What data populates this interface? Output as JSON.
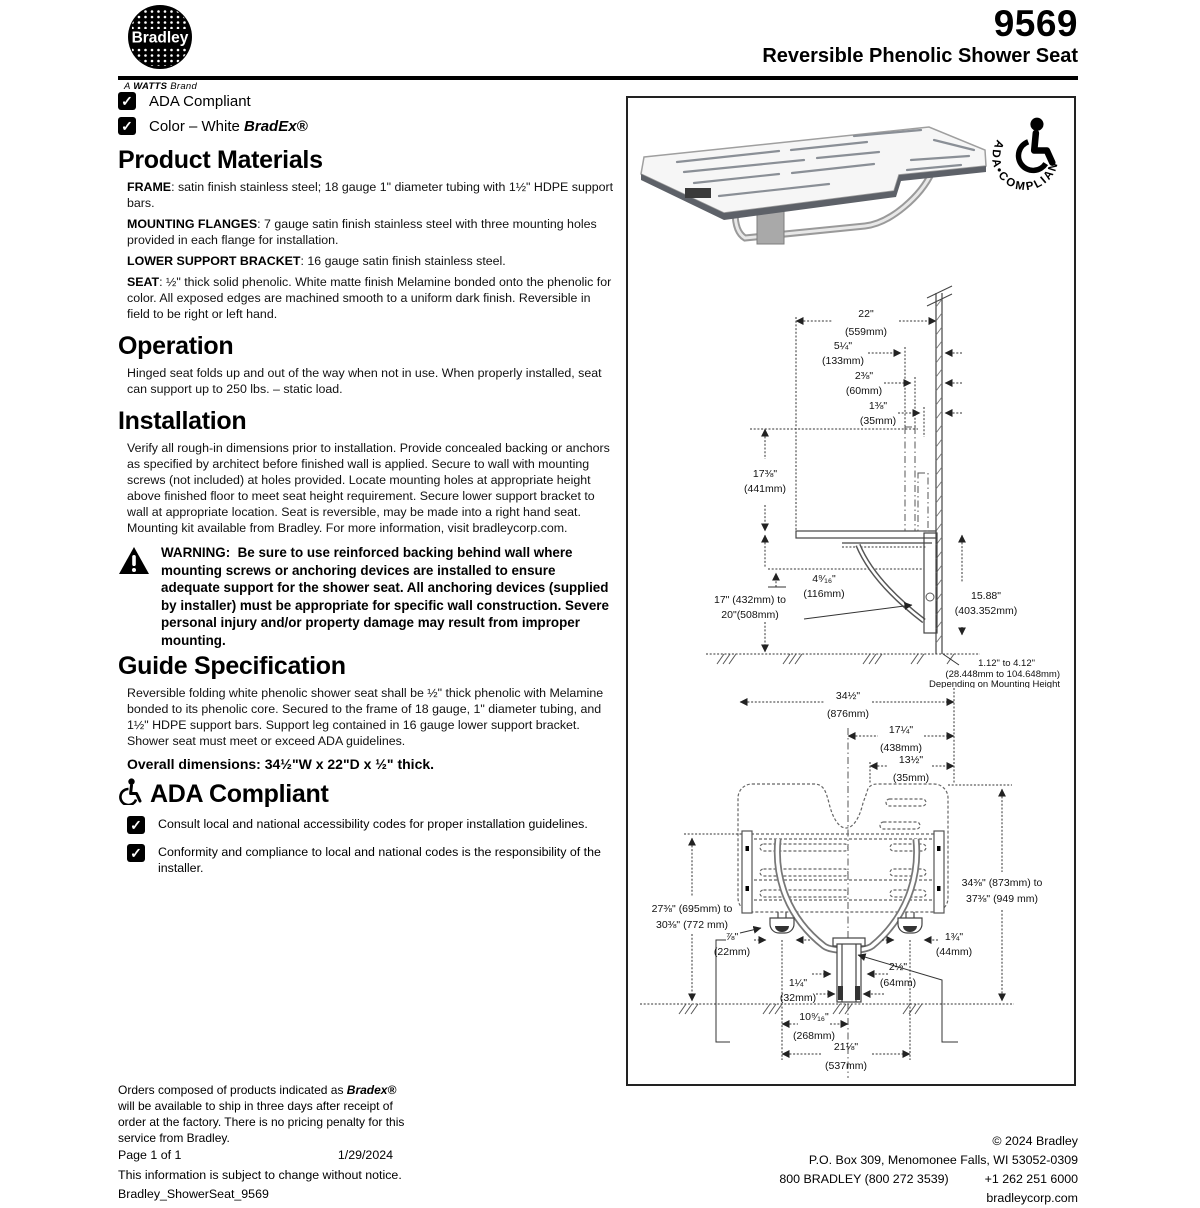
{
  "header": {
    "logo_text": "Bradley",
    "tagline_a": "A",
    "tagline_b": "WATTS",
    "tagline_c": "Brand",
    "model": "9569",
    "product_name": "Reversible Phenolic Shower Seat"
  },
  "checklist": {
    "item1": "ADA Compliant",
    "item2_prefix": "Color – White ",
    "item2_brand": "BradEx®"
  },
  "sections": {
    "product_materials": {
      "title": "Product Materials",
      "items": [
        {
          "label": "FRAME",
          "text": ":  satin finish stainless steel; 18 gauge 1\" diameter tubing with 1½\" HDPE support bars."
        },
        {
          "label": "MOUNTING FLANGES",
          "text": ":  7 gauge satin finish stainless steel with three mounting holes provided in each flange for installation."
        },
        {
          "label": "LOWER SUPPORT BRACKET",
          "text": ":  16 gauge satin finish stainless steel."
        },
        {
          "label": "SEAT",
          "text": ":  ½\" thick solid phenolic. White matte finish Melamine bonded onto the phenolic for color. All exposed edges are machined smooth to a uniform dark finish. Reversible in field to be right or left hand."
        }
      ]
    },
    "operation": {
      "title": "Operation",
      "body": "Hinged seat folds up and out of the way when not in use. When properly installed, seat can support up to 250 lbs. – static load."
    },
    "installation": {
      "title": "Installation",
      "body": "Verify all rough-in dimensions prior to installation. Provide concealed backing or anchors as specified by architect before finished wall is applied. Secure to wall with mounting screws (not included) at holes provided. Locate mounting holes at appropriate height above finished floor to meet seat height requirement. Secure lower support bracket to wall at appropriate location. Seat is reversible, may be made into a right hand seat. Mounting kit available from Bradley. For more information, visit bradleycorp.com."
    },
    "warning": {
      "label": "WARNING:",
      "body": "Be sure to use reinforced backing behind wall where mounting screws or anchoring devices are installed to ensure adequate support for the shower seat. All anchoring devices (supplied by installer) must be appropriate for specific wall construction. Severe personal injury and/or property damage may result from improper mounting."
    },
    "guide_specification": {
      "title": "Guide Specification",
      "body": "Reversible folding white phenolic shower seat shall be ½\" thick phenolic with Melamine bonded to its phenolic core. Secured to the frame of 18 gauge, 1\" diameter tubing, and 1½\" HDPE support bars. Support leg contained in 16 gauge lower support bracket. Shower seat must meet or exceed ADA guidelines.",
      "overall_dims": "Overall dimensions: 34½\"W x 22\"D x ½\" thick."
    },
    "ada": {
      "title": "ADA Compliant",
      "items": [
        "Consult local and national accessibility codes for proper installation guidelines.",
        "Conformity and compliance to local and national codes is the responsibility of the installer."
      ]
    }
  },
  "drawings": {
    "badge": {
      "ring_text": "ADA•COMPLIANT"
    },
    "side": {
      "d22": [
        "22\"",
        "(559mm)"
      ],
      "d5_14": [
        "5¼\"",
        "(133mm)"
      ],
      "d2_38": [
        "2⅜\"",
        "(60mm)"
      ],
      "d1_38": [
        "1⅜\"",
        "(35mm)"
      ],
      "d17_38": [
        "17⅜\"",
        "(441mm)"
      ],
      "d4_916": [
        "4⁹⁄₁₆\"",
        "(116mm)"
      ],
      "d17_20": [
        "17\" (432mm) to",
        "20\"(508mm)"
      ],
      "d15_88": [
        "15.88\"",
        "(403.352mm)"
      ],
      "note": [
        "1.12\" to 4.12\"",
        "(28.448mm to 104.648mm)",
        "Depending on Mounting Height"
      ]
    },
    "front": {
      "d34_12": [
        "34½\"",
        "(876mm)"
      ],
      "d17_14": [
        "17¼\"",
        "(438mm)"
      ],
      "d13_12": [
        "13½\"",
        "(35mm)"
      ],
      "d27_30": [
        "27⅜\" (695mm) to",
        "30⅜\" (772 mm)"
      ],
      "d34_37": [
        "34⅜\" (873mm) to",
        "37⅜\" (949 mm)"
      ],
      "d7_8": [
        "⅞\"",
        "(22mm)"
      ],
      "d1_34": [
        "1¾\"",
        "(44mm)"
      ],
      "d2_12": [
        "2½\"",
        "(64mm)"
      ],
      "d1_14": [
        "1¼\"",
        "(32mm)"
      ],
      "d10_916": [
        "10⁹⁄₁₆\"",
        "(268mm)"
      ],
      "d21_18": [
        "21⅛\"",
        "(537mm)"
      ]
    }
  },
  "bradex_note": {
    "prefix": "Orders composed of products indicated as ",
    "brand": "Bradex®",
    "suffix": " will be available to ship in three days after receipt of order at the factory. There is no pricing penalty for this service from Bradley."
  },
  "footer": {
    "page": "Page 1 of 1",
    "date": "1/29/2024",
    "notice": "This information is subject to change without notice.",
    "doc_id": "Bradley_ShowerSeat_9569",
    "copyright": "© 2024 Bradley",
    "address": "P.O. Box 309, Menomonee Falls, WI 53052-0309",
    "phone1": "800 BRADLEY (800 272 3539)",
    "phone2": "+1 262 251 6000",
    "website": "bradleycorp.com"
  }
}
